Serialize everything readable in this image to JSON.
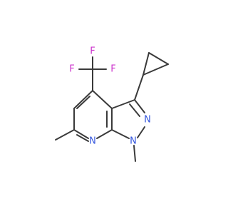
{
  "molecule": {
    "atoms": {
      "f_top": {
        "symbol": "F",
        "color": "#cc33cc"
      },
      "f_left": {
        "symbol": "F",
        "color": "#cc33cc"
      },
      "f_right": {
        "symbol": "F",
        "color": "#cc33cc"
      },
      "n_pyrazole": {
        "symbol": "N",
        "color": "#3355dd"
      },
      "n_methyl": {
        "symbol": "N",
        "color": "#3355dd"
      },
      "n_pyridine": {
        "symbol": "N",
        "color": "#3355dd"
      }
    },
    "bond_color": "#3a3a3a"
  }
}
